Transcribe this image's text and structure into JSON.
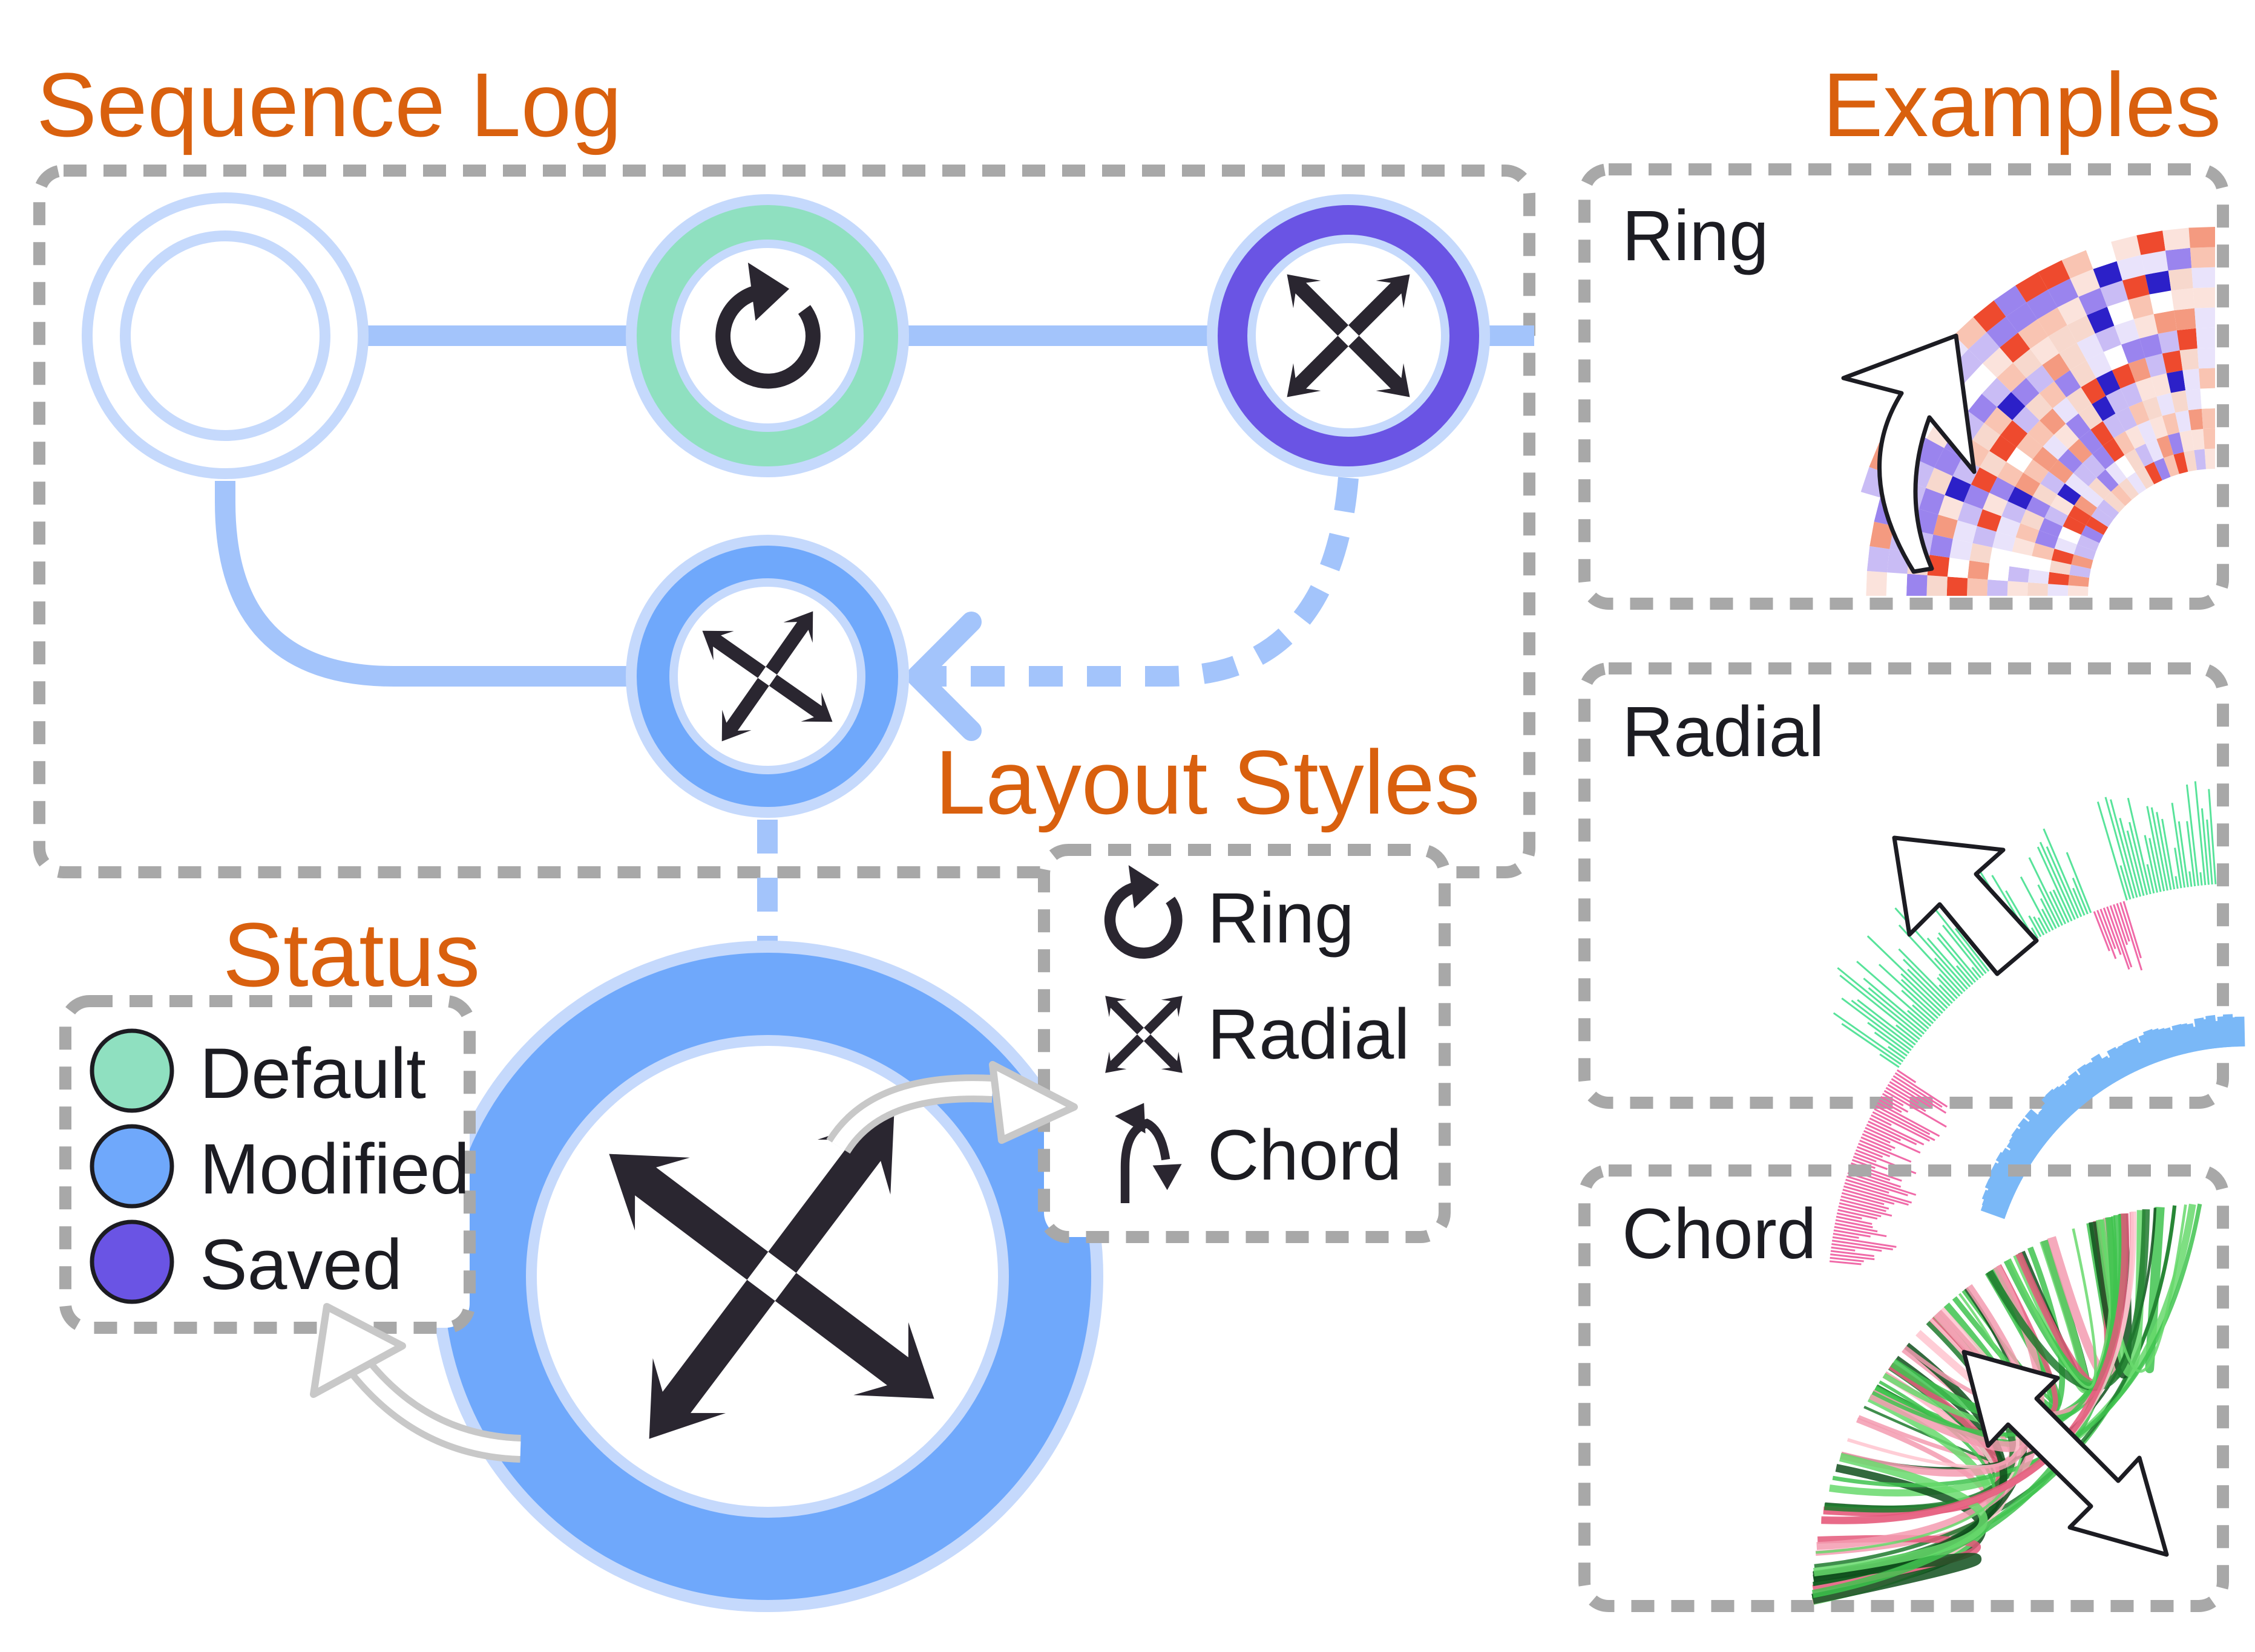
{
  "titles": {
    "sequence_log": "Sequence Log",
    "examples": "Examples",
    "layout_styles": "Layout Styles",
    "status": "Status"
  },
  "status_legend": {
    "items": [
      {
        "label": "Default",
        "color": "#8fe0c0"
      },
      {
        "label": "Modified",
        "color": "#6fa8fb"
      },
      {
        "label": "Saved",
        "color": "#6a54e4"
      }
    ]
  },
  "layout_styles": {
    "items": [
      {
        "label": "Ring",
        "icon": "rotate-arrow-icon"
      },
      {
        "label": "Radial",
        "icon": "four-way-arrows-icon"
      },
      {
        "label": "Chord",
        "icon": "split-arrow-icon"
      }
    ]
  },
  "examples": {
    "ring": {
      "label": "Ring"
    },
    "radial": {
      "label": "Radial"
    },
    "chord": {
      "label": "Chord"
    }
  },
  "colors": {
    "accent_orange": "#d9600e",
    "connector_blue": "#a3c4fb",
    "node_outline": "#c5d9fc",
    "icon_dark": "#2a2630",
    "dashed_gray": "#a8a8a8"
  }
}
